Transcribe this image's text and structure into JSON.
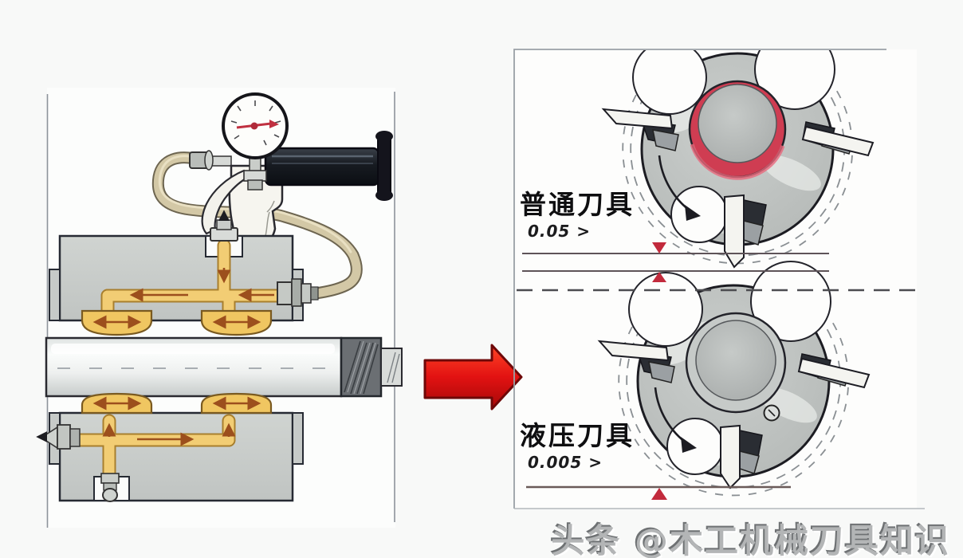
{
  "comparison_panel": {
    "sections": [
      {
        "id": "ordinary",
        "label": "普通刀具",
        "tolerance": "0.05 >",
        "runout_lines": 2
      },
      {
        "id": "hydraulic",
        "label": "液压刀具",
        "tolerance": "0.005 >",
        "runout_lines": 1
      }
    ]
  },
  "watermark": {
    "text": "头条 @木工机械刀具知识"
  },
  "colors": {
    "background": "#f8f9f8",
    "panel_background": "#fdfdfc",
    "transition_arrow_red": "#d90f0f",
    "bore_ring_ordinary_red": "#cf3d52",
    "bore_ring_hydraulic_gray": "#c6cac8",
    "hydraulic_fluid_yellow": "#f2cd74",
    "flow_arrow_brown": "#9c4f1d",
    "runout_marker_red": "#c22a3c",
    "hose_tan": "#d3c8a6",
    "metal_gray": "#c6cac8",
    "pump_barrel_black": "#14181e"
  }
}
